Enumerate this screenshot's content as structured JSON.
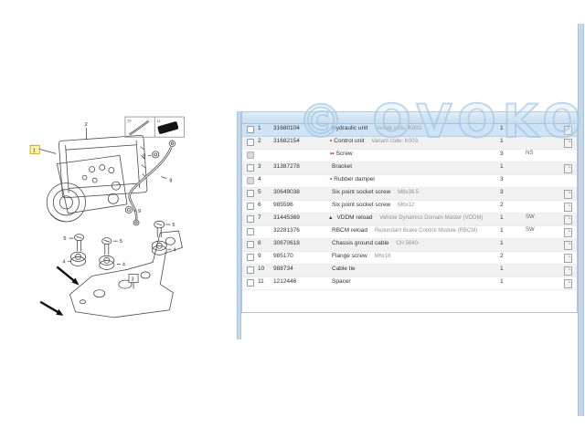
{
  "watermark": "© OVOKO",
  "diagram": {
    "callouts": {
      "c1": "1",
      "c2": "2",
      "c3": "3",
      "c4": "4",
      "c5": "5",
      "c8": "8",
      "c9": "9",
      "c10": "10",
      "c11": "11"
    }
  },
  "table": {
    "rows": [
      {
        "num": "1",
        "part": "31680104",
        "desc": "Hydraulic unit",
        "sub": "Variant code: K003.",
        "qty": "1",
        "note": "",
        "selected": true,
        "doc": true
      },
      {
        "num": "2",
        "part": "31682154",
        "bullet": "•",
        "desc": "Control unit",
        "sub": "Variant code: K003.",
        "qty": "1",
        "note": "",
        "doc": true
      },
      {
        "num": "",
        "part": "",
        "bullet": "••",
        "desc": "Screw",
        "sub": "",
        "qty": "3",
        "note": "NS",
        "disabled": true
      },
      {
        "num": "3",
        "part": "31387278",
        "desc": "Bracket",
        "sub": "",
        "qty": "1",
        "note": "",
        "doc": true
      },
      {
        "num": "4",
        "part": "",
        "bullet": "•",
        "desc": "Rubber damper",
        "sub": "",
        "qty": "3",
        "note": "",
        "disabled": true
      },
      {
        "num": "5",
        "part": "30649038",
        "desc": "Six point socket screw",
        "sub": "M8x38.5",
        "qty": "3",
        "note": "",
        "doc": true
      },
      {
        "num": "6",
        "part": "985596",
        "desc": "Six point socket screw",
        "sub": "M6x12",
        "qty": "2",
        "note": "",
        "doc": true
      },
      {
        "num": "7",
        "part": "31445369",
        "marker": "▲",
        "desc": "VDDM reload",
        "sub": "Vehicle Dynamics Domain Master (VDDM)",
        "qty": "1",
        "note": "SW",
        "doc": true
      },
      {
        "num": "",
        "part": "32281376",
        "desc": "RBCM reload",
        "sub": "Redundant Brake Control Module (RBCM)",
        "qty": "1",
        "note": "SW",
        "doc": true
      },
      {
        "num": "8",
        "part": "30670618",
        "desc": "Chassis ground cable",
        "sub": "CH 5640-",
        "qty": "1",
        "note": "",
        "doc": true
      },
      {
        "num": "9",
        "part": "985170",
        "desc": "Flange screw",
        "sub": "M6x18",
        "qty": "2",
        "note": "",
        "doc": true
      },
      {
        "num": "10",
        "part": "988734",
        "desc": "Cable tie",
        "sub": "",
        "qty": "1",
        "note": "",
        "doc": true
      },
      {
        "num": "11",
        "part": "1212446",
        "desc": "Spacer",
        "sub": "",
        "qty": "1",
        "note": "",
        "doc": true
      }
    ]
  }
}
